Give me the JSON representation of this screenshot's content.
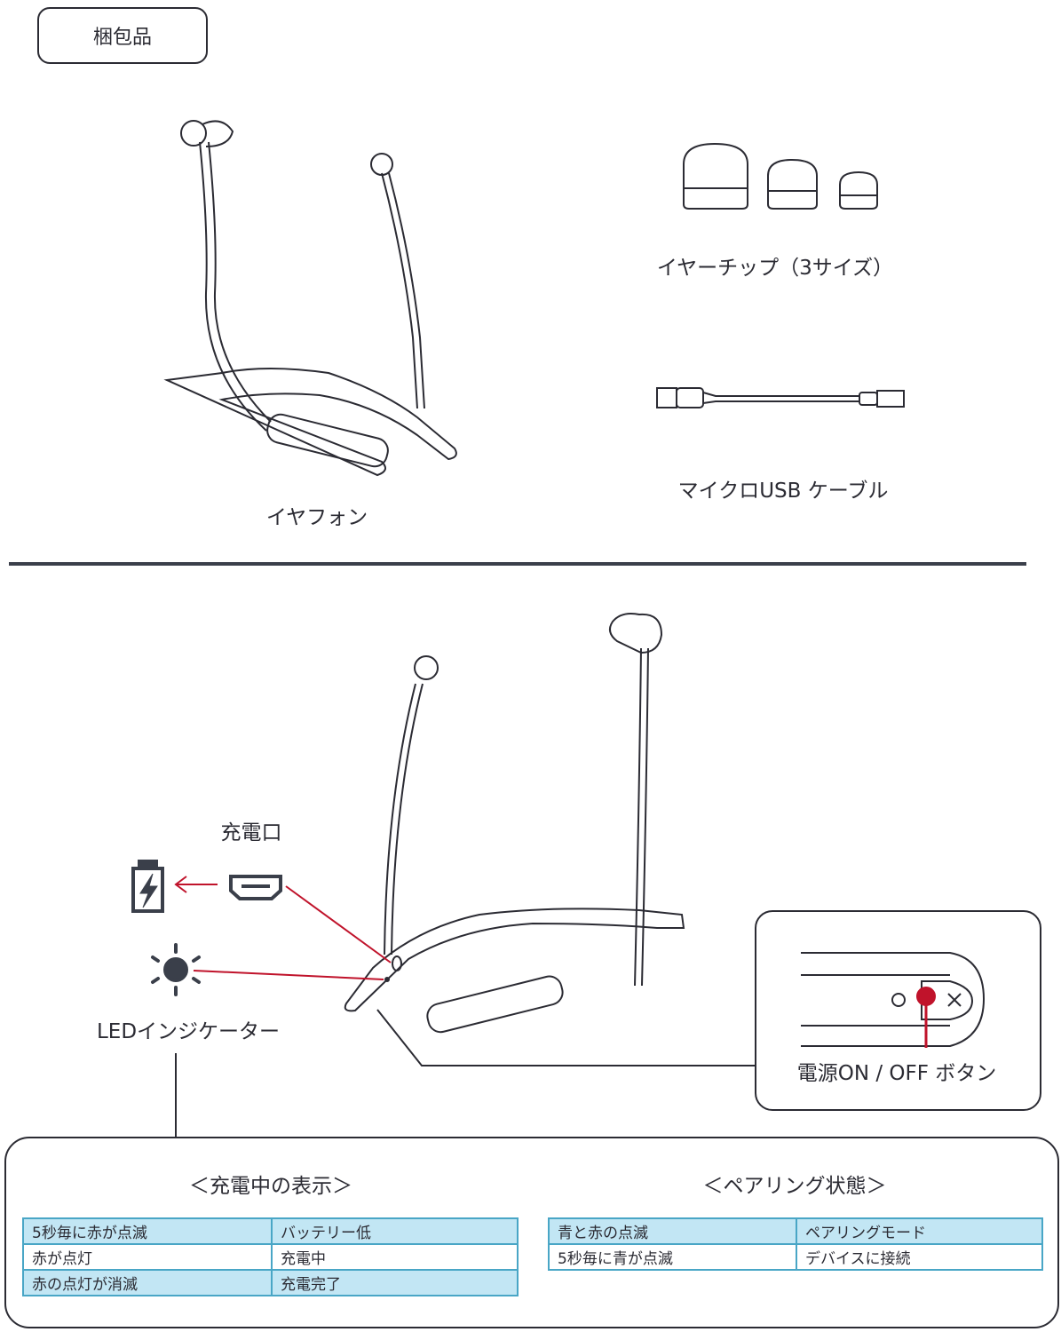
{
  "section_tag": "梱包品",
  "package": {
    "earphone_label": "イヤフォン",
    "eartips_label": "イヤーチップ（3サイズ）",
    "cable_label": "マイクロUSB ケーブル"
  },
  "parts": {
    "charging_port_label": "充電口",
    "led_label": "LEDインジケーター",
    "power_button_label": "電源ON / OFF ボタン"
  },
  "charging_display": {
    "title": "＜充電中の表示＞",
    "rows": [
      {
        "state": "5秒毎に赤が点滅",
        "meaning": "バッテリー低"
      },
      {
        "state": "赤が点灯",
        "meaning": "充電中"
      },
      {
        "state": "赤の点灯が消滅",
        "meaning": "充電完了"
      }
    ]
  },
  "pairing_status": {
    "title": "＜ペアリング状態＞",
    "rows": [
      {
        "state": "青と赤の点滅",
        "meaning": "ペアリングモード"
      },
      {
        "state": "5秒毎に青が点滅",
        "meaning": "デバイスに接続"
      }
    ]
  },
  "colors": {
    "accent_red": "#c0132b",
    "table_blue": "#c2e6f4",
    "table_border": "#49a6c6",
    "line": "#2b2b33"
  }
}
